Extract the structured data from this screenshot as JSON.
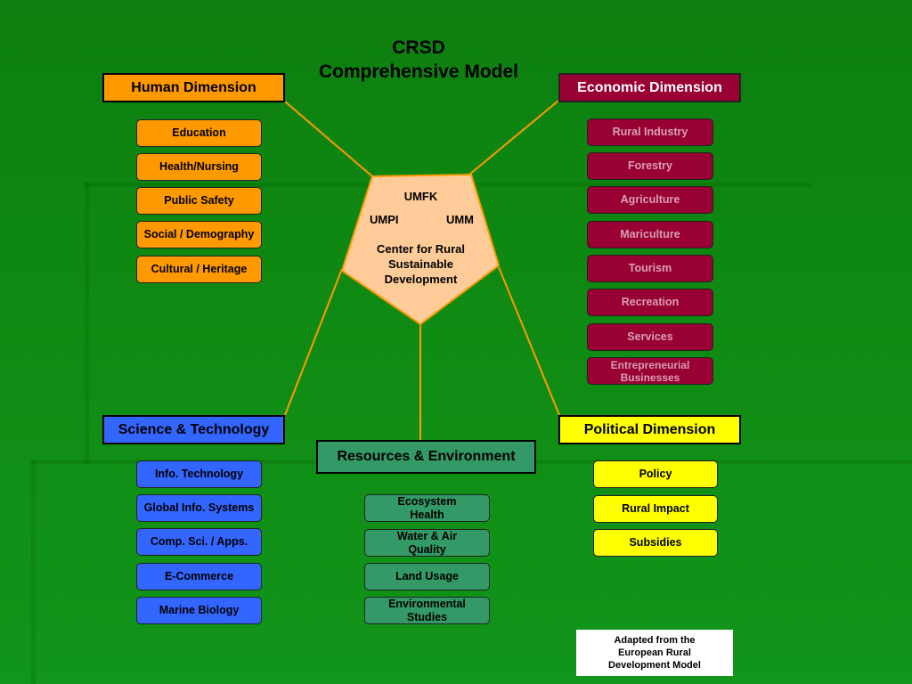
{
  "title": {
    "line1": "CRSD",
    "line2": "Comprehensive Model"
  },
  "center": {
    "umfk": "UMFK",
    "umpi": "UMPI",
    "umm": "UMM",
    "line1": "Center for Rural",
    "line2": "Sustainable",
    "line3": "Development"
  },
  "human": {
    "header": "Human Dimension",
    "items": [
      "Education",
      "Health/Nursing",
      "Public Safety",
      "Social / Demography",
      "Cultural / Heritage"
    ]
  },
  "economic": {
    "header": "Economic Dimension",
    "items": [
      "Rural Industry",
      "Forestry",
      "Agriculture",
      "Mariculture",
      "Tourism",
      "Recreation",
      "Services",
      "Entrepreneurial Businesses"
    ]
  },
  "science": {
    "header": "Science & Technology",
    "items": [
      "Info. Technology",
      "Global Info. Systems",
      "Comp. Sci. / Apps.",
      "E-Commerce",
      "Marine Biology"
    ]
  },
  "resources": {
    "header": "Resources & Environment",
    "items": [
      "Ecosystem Health",
      "Water & Air Quality",
      "Land Usage",
      "Environmental Studies"
    ]
  },
  "political": {
    "header": "Political Dimension",
    "items": [
      "Policy",
      "Rural Impact",
      "Subsidies"
    ]
  },
  "note": "Adapted from the European Rural Development Model",
  "colors": {
    "background": "#0f8a12",
    "human": "#ff9900",
    "economic": "#990033",
    "science": "#3366ff",
    "resources": "#339966",
    "political": "#ffff00",
    "center": "#ffcc99",
    "connector": "#ff9900"
  }
}
